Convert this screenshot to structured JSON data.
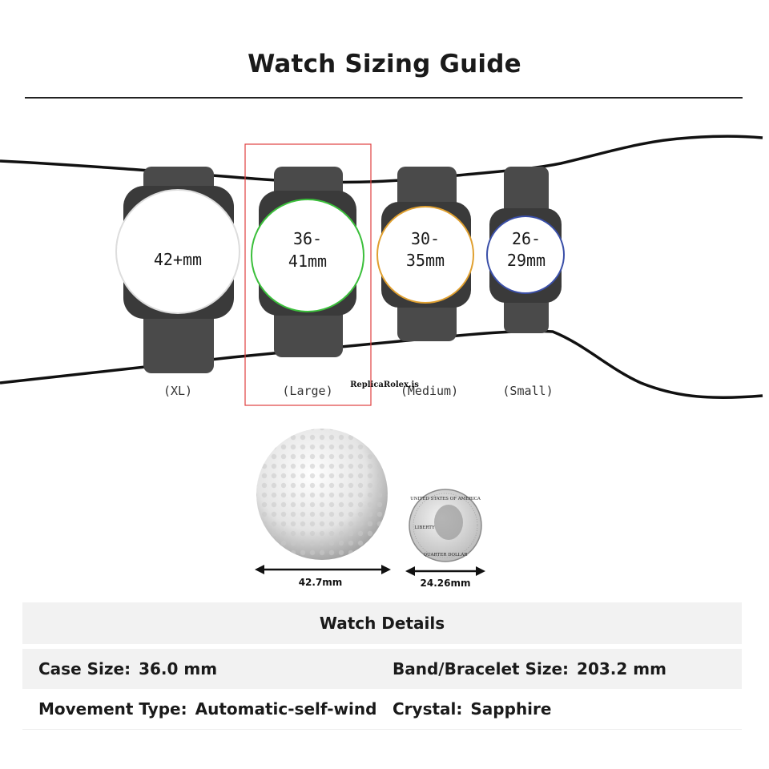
{
  "title": "Watch Sizing Guide",
  "watches": [
    {
      "line1": "42+mm",
      "line2": "",
      "label": "(XL)",
      "ring_color": "#dddddd"
    },
    {
      "line1": "36-",
      "line2": "41mm",
      "label": "(Large)",
      "ring_color": "#3bbf3b",
      "selected": true
    },
    {
      "line1": "30-",
      "line2": "35mm",
      "label": "(Medium)",
      "ring_color": "#e0a030"
    },
    {
      "line1": "26-",
      "line2": "29mm",
      "label": "(Small)",
      "ring_color": "#3a4fa8"
    }
  ],
  "highlight_color": "#e04040",
  "watermark": "ReplicaRolex.is",
  "golf_ball": {
    "measure": "42.7mm"
  },
  "coin": {
    "measure": "24.26mm",
    "top_text": "UNITED STATES OF AMERICA",
    "bottom_text": "QUARTER DOLLAR",
    "side_text": "LIBERTY"
  },
  "details": {
    "heading": "Watch Details",
    "case_size_label": "Case Size:",
    "case_size_value": "36.0 mm",
    "band_label": "Band/Bracelet Size:",
    "band_value": "203.2 mm",
    "movement_label": "Movement Type:",
    "movement_value": "Automatic-self-wind",
    "crystal_label": "Crystal:",
    "crystal_value": "Sapphire"
  }
}
